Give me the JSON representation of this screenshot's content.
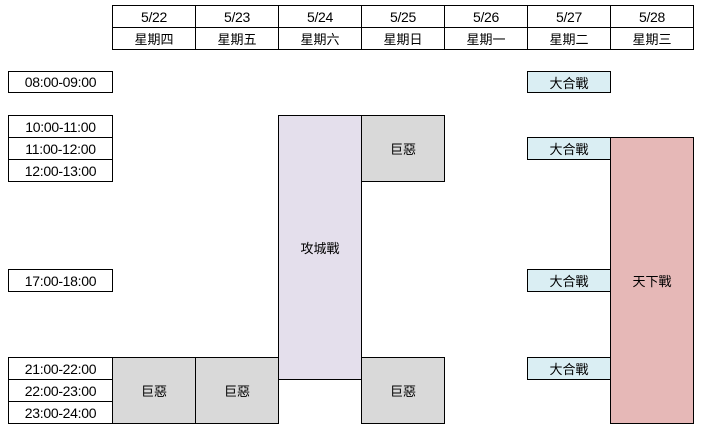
{
  "dates": [
    "5/22",
    "5/23",
    "5/24",
    "5/25",
    "5/26",
    "5/27",
    "5/28"
  ],
  "weekdays": [
    "星期四",
    "星期五",
    "星期六",
    "星期日",
    "星期一",
    "星期二",
    "星期三"
  ],
  "times": [
    "08:00-09:00",
    "10:00-11:00",
    "11:00-12:00",
    "12:00-13:00",
    "17:00-18:00",
    "21:00-22:00",
    "22:00-23:00",
    "23:00-24:00"
  ],
  "events": {
    "siege": "攻城戰",
    "boss": "巨惡",
    "grand_battle": "大合戰",
    "world_battle": "天下戰"
  },
  "colors": {
    "boss": "#d9d9d9",
    "siege": "#e4dfec",
    "grand_battle": "#daeef3",
    "world_battle": "#e6b8b7"
  }
}
